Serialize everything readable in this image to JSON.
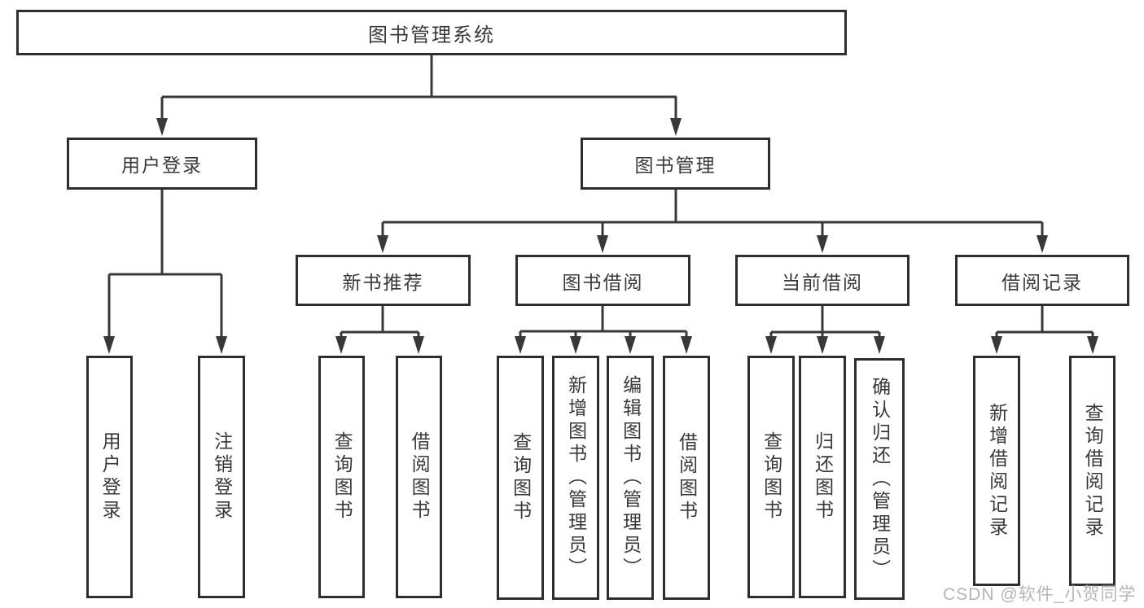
{
  "diagram": {
    "type": "tree",
    "background_color": "#ffffff",
    "line_color": "#383838",
    "box_border_color": "#2e2e2e",
    "box_fill_color": "#ffffff",
    "text_color": "#383838",
    "watermark_color": "#b5b5b5",
    "root": {
      "label": "图书管理系统"
    },
    "level2": [
      {
        "label": "用户登录",
        "parent": "图书管理系统"
      },
      {
        "label": "图书管理",
        "parent": "图书管理系统"
      }
    ],
    "level3": [
      {
        "label": "新书推荐",
        "parent": "图书管理"
      },
      {
        "label": "图书借阅",
        "parent": "图书管理"
      },
      {
        "label": "当前借阅",
        "parent": "图书管理"
      },
      {
        "label": "借阅记录",
        "parent": "图书管理"
      }
    ],
    "leaves": [
      {
        "label": "用户登录",
        "parent": "用户登录"
      },
      {
        "label": "注销登录",
        "parent": "用户登录"
      },
      {
        "label": "查询图书",
        "parent": "新书推荐"
      },
      {
        "label": "借阅图书",
        "parent": "新书推荐"
      },
      {
        "label": "查询图书",
        "parent": "图书借阅"
      },
      {
        "label": "新增图书（管理员）",
        "parent": "图书借阅"
      },
      {
        "label": "编辑图书（管理员）",
        "parent": "图书借阅"
      },
      {
        "label": "借阅图书",
        "parent": "图书借阅"
      },
      {
        "label": "查询图书",
        "parent": "当前借阅"
      },
      {
        "label": "归还图书",
        "parent": "当前借阅"
      },
      {
        "label": "确认归还（管理员）",
        "parent": "当前借阅"
      },
      {
        "label": "新增借阅记录",
        "parent": "借阅记录"
      },
      {
        "label": "查询借阅记录",
        "parent": "借阅记录"
      }
    ],
    "watermark": "CSDN @软件_小贺同学"
  }
}
